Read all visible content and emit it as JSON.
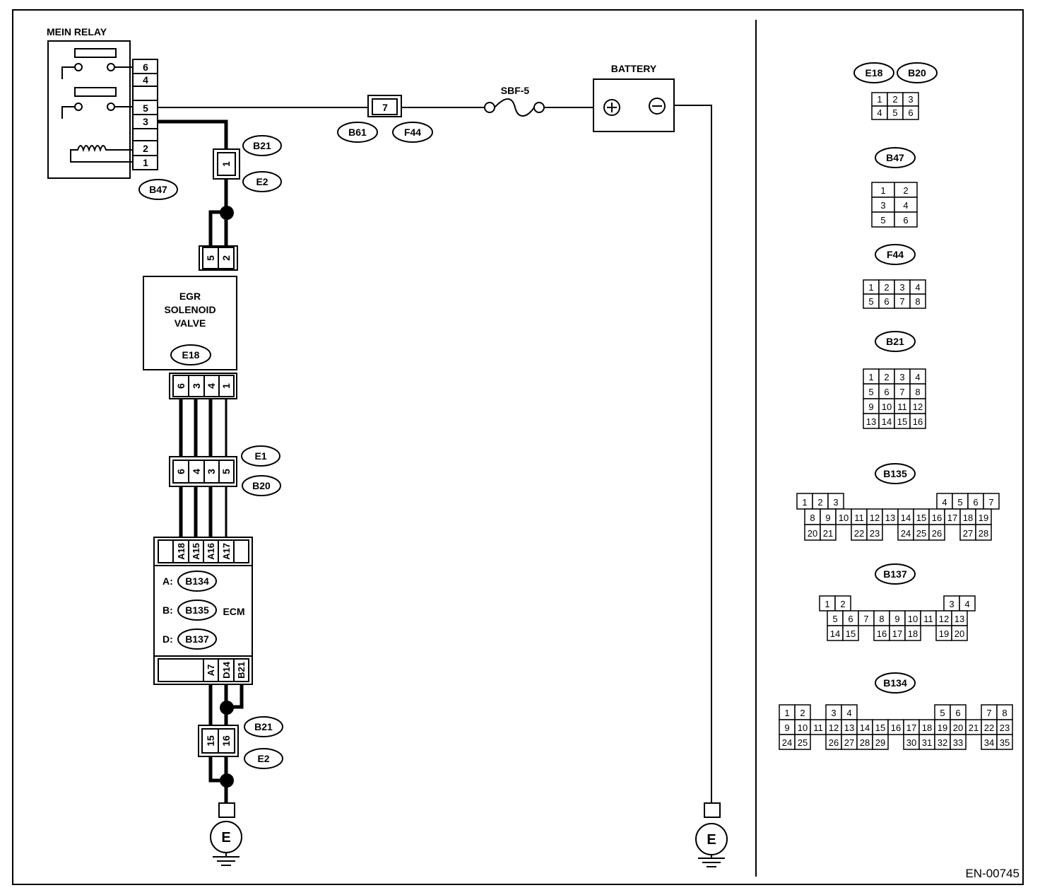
{
  "relay": {
    "title": "MEIN RELAY",
    "pins": [
      "6",
      "4",
      "5",
      "3",
      "2",
      "1"
    ],
    "connector": "B47"
  },
  "battery": {
    "label": "BATTERY"
  },
  "fuse": {
    "label": "SBF-5"
  },
  "joint_top": {
    "pin": "7",
    "left": "B61",
    "right": "F44"
  },
  "joint_b21_e2_top": {
    "pin": "1",
    "top": "B21",
    "bottom": "E2"
  },
  "egr": {
    "name_lines": [
      "EGR",
      "SOLENOID",
      "VALVE"
    ],
    "connector": "E18",
    "top_pins": [
      "5",
      "2"
    ],
    "bottom_pins": [
      "6",
      "3",
      "4",
      "1"
    ]
  },
  "joint_e1_b20": {
    "pins": [
      "6",
      "4",
      "3",
      "5"
    ],
    "top": "E1",
    "bottom": "B20"
  },
  "ecm": {
    "label": "ECM",
    "top_pins": [
      "A18",
      "A15",
      "A16",
      "A17"
    ],
    "bottom_pins": [
      "A7",
      "D14",
      "B21"
    ],
    "connectors": [
      {
        "prefix": "A:",
        "id": "B134"
      },
      {
        "prefix": "B:",
        "id": "B135"
      },
      {
        "prefix": "D:",
        "id": "B137"
      }
    ]
  },
  "joint_b21_e2_bottom": {
    "pins": [
      "15",
      "16"
    ],
    "top": "B21",
    "bottom": "E2"
  },
  "grounds": [
    {
      "label": "E"
    },
    {
      "label": "E"
    }
  ],
  "footer_code": "EN-00745",
  "connector_views": [
    {
      "ids": [
        "E18",
        "B20"
      ],
      "rows": [
        [
          "1",
          "2",
          "3"
        ],
        [
          "4",
          "5",
          "6"
        ]
      ]
    },
    {
      "ids": [
        "B47"
      ],
      "rows": [
        [
          "1",
          "2"
        ],
        [
          "3",
          "4"
        ],
        [
          "5",
          "6"
        ]
      ]
    },
    {
      "ids": [
        "F44"
      ],
      "rows": [
        [
          "1",
          "2",
          "3",
          "4"
        ],
        [
          "5",
          "6",
          "7",
          "8"
        ]
      ]
    },
    {
      "ids": [
        "B21"
      ],
      "rows": [
        [
          "1",
          "2",
          "3",
          "4"
        ],
        [
          "5",
          "6",
          "7",
          "8"
        ],
        [
          "9",
          "10",
          "11",
          "12"
        ],
        [
          "13",
          "14",
          "15",
          "16"
        ]
      ]
    },
    {
      "ids": [
        "B135"
      ],
      "rows": [
        [
          "1",
          "2",
          "3",
          "",
          "",
          "",
          "",
          "",
          "",
          "4",
          "5",
          "6",
          "7"
        ],
        [
          "8",
          "9",
          "10",
          "11",
          "12",
          "13",
          "14",
          "15",
          "16",
          "17",
          "18",
          "19"
        ],
        [
          "20",
          "21",
          "",
          "22",
          "23",
          "",
          "24",
          "25",
          "26",
          "",
          "27",
          "28"
        ]
      ]
    },
    {
      "ids": [
        "B137"
      ],
      "rows": [
        [
          "1",
          "2",
          "",
          "",
          "",
          "",
          "",
          "",
          "3",
          "4"
        ],
        [
          "5",
          "6",
          "7",
          "8",
          "9",
          "10",
          "11",
          "12",
          "13"
        ],
        [
          "14",
          "15",
          "",
          "16",
          "17",
          "18",
          "",
          "19",
          "20"
        ]
      ]
    },
    {
      "ids": [
        "B134"
      ],
      "rows": [
        [
          "1",
          "2",
          "",
          "3",
          "4",
          "",
          "",
          "",
          "",
          "",
          "5",
          "6",
          "",
          "7",
          "8"
        ],
        [
          "9",
          "10",
          "11",
          "12",
          "13",
          "14",
          "15",
          "16",
          "17",
          "18",
          "19",
          "20",
          "21",
          "22",
          "23"
        ],
        [
          "24",
          "25",
          "",
          "26",
          "27",
          "28",
          "29",
          "",
          "30",
          "31",
          "32",
          "33",
          "",
          "34",
          "35"
        ]
      ]
    }
  ]
}
